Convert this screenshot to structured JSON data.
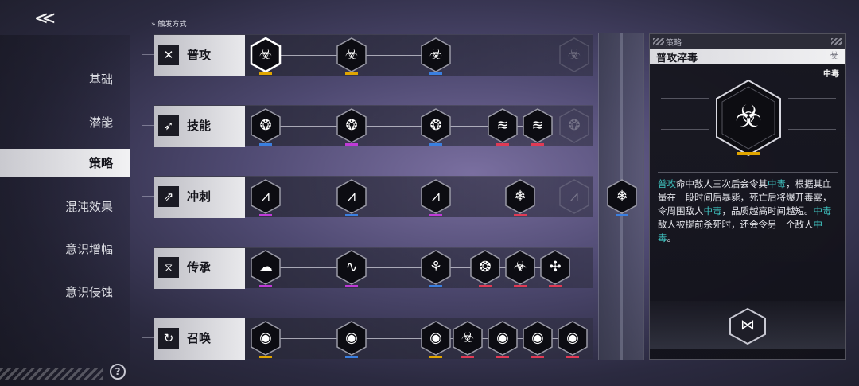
{
  "nav": {
    "back_label": "<<"
  },
  "sidebar": {
    "items": [
      {
        "label": "基础",
        "active": false
      },
      {
        "label": "潜能",
        "active": false
      },
      {
        "label": "策略",
        "active": true
      },
      {
        "label": "混沌效果",
        "active": false
      },
      {
        "label": "意识增幅",
        "active": false
      },
      {
        "label": "意识侵蚀",
        "active": false
      }
    ],
    "help_icon": "helmet-help-icon"
  },
  "trigger": {
    "label": "触发方式"
  },
  "rows": [
    {
      "label": "普攻",
      "icon": "crossed-blades-icon",
      "nodes": [
        {
          "glyph": "☣",
          "bar": "#e0a500",
          "selected": true
        },
        {
          "glyph": "☣",
          "bar": "#e0a500"
        },
        {
          "glyph": "☣",
          "bar": "#3a7fe0"
        }
      ],
      "ghost": "☣"
    },
    {
      "label": "技能",
      "icon": "arrow-burst-icon",
      "nodes": [
        {
          "glyph": "❂",
          "bar": "#3a7fe0"
        },
        {
          "glyph": "❂",
          "bar": "#c03ad8"
        },
        {
          "glyph": "❂",
          "bar": "#3a7fe0"
        },
        {
          "glyph": "≋",
          "bar": "#e03a55"
        },
        {
          "glyph": "≋",
          "bar": "#e03a55"
        }
      ],
      "ghost": "❂"
    },
    {
      "label": "冲刺",
      "icon": "dash-icon",
      "nodes": [
        {
          "glyph": "⩘",
          "bar": "#c03ad8"
        },
        {
          "glyph": "⩘",
          "bar": "#3a7fe0"
        },
        {
          "glyph": "⩘",
          "bar": "#c03ad8"
        },
        {
          "glyph": "❄",
          "bar": "#e03a55"
        }
      ],
      "ghost": "⩘"
    },
    {
      "label": "传承",
      "icon": "dna-icon",
      "nodes": [
        {
          "glyph": "☁",
          "bar": "#c03ad8"
        },
        {
          "glyph": "∿",
          "bar": "#c03ad8"
        },
        {
          "glyph": "⚘",
          "bar": "#3a7fe0"
        },
        {
          "glyph": "❂",
          "bar": "#e03a55"
        },
        {
          "glyph": "☣",
          "bar": "#e03a55"
        },
        {
          "glyph": "✣",
          "bar": "#e03a55"
        }
      ],
      "ghost": ""
    },
    {
      "label": "召唤",
      "icon": "summon-cycle-icon",
      "nodes": [
        {
          "glyph": "◉",
          "bar": "#e0a500"
        },
        {
          "glyph": "◉",
          "bar": "#3a7fe0"
        },
        {
          "glyph": "◉",
          "bar": "#e0a500"
        },
        {
          "glyph": "☣",
          "bar": "#e03a55"
        },
        {
          "glyph": "◉",
          "bar": "#e03a55"
        },
        {
          "glyph": "◉",
          "bar": "#e03a55"
        },
        {
          "glyph": "◉",
          "bar": "#e03a55"
        }
      ],
      "ghost": ""
    }
  ],
  "middle": {
    "glyph": "❄",
    "bar": "#3a7fe0"
  },
  "panel": {
    "tag": "策略",
    "title": "普攻淬毒",
    "subtag": "中毒",
    "emblem_glyph": "☣",
    "emblem_bar": "#e0a500",
    "description_segments": [
      {
        "text": "普攻",
        "hl": true
      },
      {
        "text": "命中敌人三次后会令其",
        "hl": false
      },
      {
        "text": "中毒",
        "hl": true
      },
      {
        "text": "，根据其血量在一段时间后暴毙，死亡后将爆开毒雾，令周围敌人",
        "hl": false
      },
      {
        "text": "中毒",
        "hl": true
      },
      {
        "text": "，品质越高时间越短。",
        "hl": false
      },
      {
        "text": "中毒",
        "hl": true
      },
      {
        "text": "敌人被提前杀死时，还会令另一个敌人",
        "hl": false
      },
      {
        "text": "中毒",
        "hl": true
      },
      {
        "text": "。",
        "hl": false
      }
    ],
    "share_icon": "share-icon"
  },
  "colors": {
    "accent_teal": "#3fc3c0",
    "gold": "#e0a500",
    "blue": "#3a7fe0",
    "purple": "#c03ad8",
    "red": "#e03a55"
  }
}
